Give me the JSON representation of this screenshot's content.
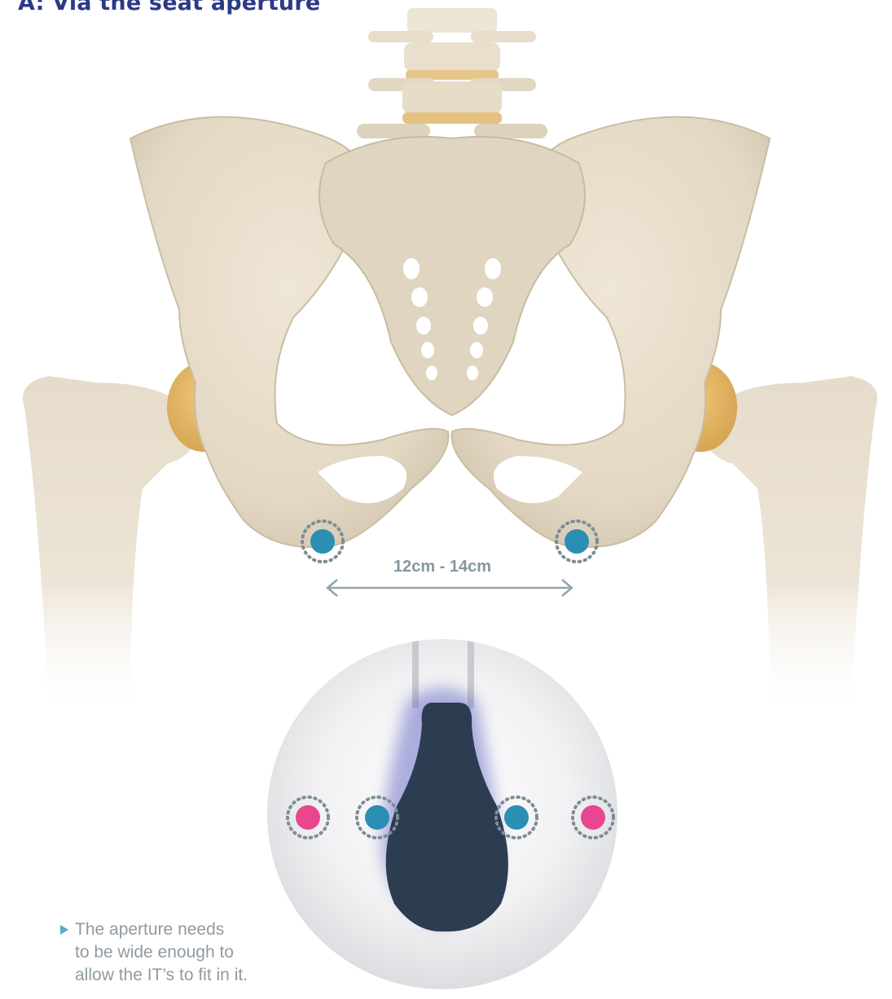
{
  "heading": {
    "text": "A: Via the seat aperture"
  },
  "measurement": {
    "label": "12cm - 14cm"
  },
  "note": {
    "lines": [
      "The aperture needs",
      "to be wide enough to",
      "allow the IT’s to fit in it."
    ],
    "bullet_icon": "triangle-bullet-icon"
  },
  "markers": {
    "ischial_tuberosity_color": "#2a8fb3",
    "outside_marker_color": "#e8468f"
  },
  "colors": {
    "heading": "#2b3a86",
    "measurement_text": "#8497a0",
    "arrow": "#93a4ad",
    "note_text": "#8f9ba2",
    "bullet": "#5aa9cb",
    "aperture": "#2c3d51",
    "bone": "#e6dccb",
    "cartilage": "#e2b768"
  }
}
